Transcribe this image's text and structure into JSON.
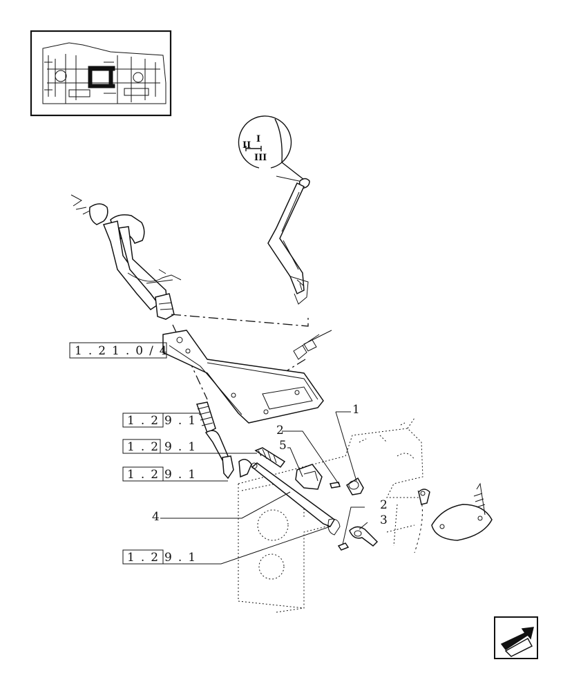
{
  "gear_positions": {
    "left": "II",
    "right": "I",
    "bottom": "III"
  },
  "references": [
    {
      "id": "ref-1-21-0-4",
      "text": "1.21.0/4"
    },
    {
      "id": "ref-1-29-1-a",
      "text": "1.29.1"
    },
    {
      "id": "ref-1-29-1-b",
      "text": "1.29.1"
    },
    {
      "id": "ref-1-29-1-c",
      "text": "1.29.1"
    },
    {
      "id": "ref-1-29-1-d",
      "text": "1.29.1"
    }
  ],
  "callouts": {
    "c1": "1",
    "c2a": "2",
    "c2b": "2",
    "c3": "3",
    "c4": "4",
    "c5": "5"
  },
  "nav_icon": "next-page-arrow-icon"
}
